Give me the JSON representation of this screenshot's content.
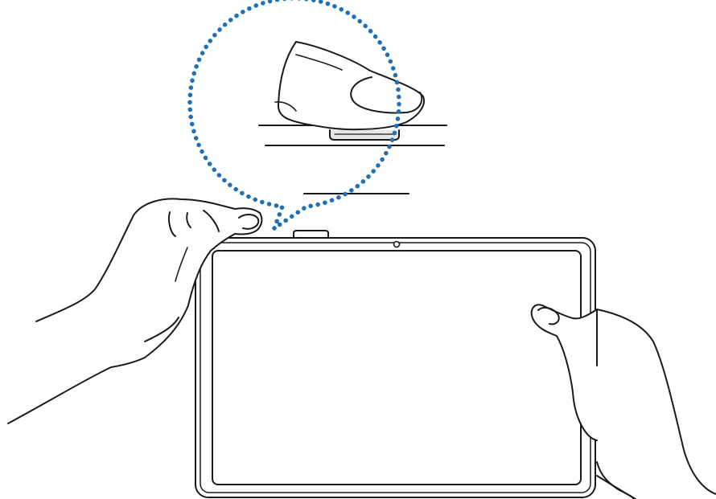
{
  "illustration": {
    "colors": {
      "line": "#1a1a1a",
      "callout_dots": "#1f6fb5",
      "sensor_fill": "#e6e6e6",
      "background": "#ffffff"
    },
    "elements": {
      "device": "tablet-landscape",
      "front_camera": "camera-icon",
      "callout": "zoom-callout",
      "sensor": "fingerprint-side-key",
      "hands": [
        "left-hand",
        "right-hand"
      ],
      "finger": "fingertip-on-sensor"
    }
  }
}
